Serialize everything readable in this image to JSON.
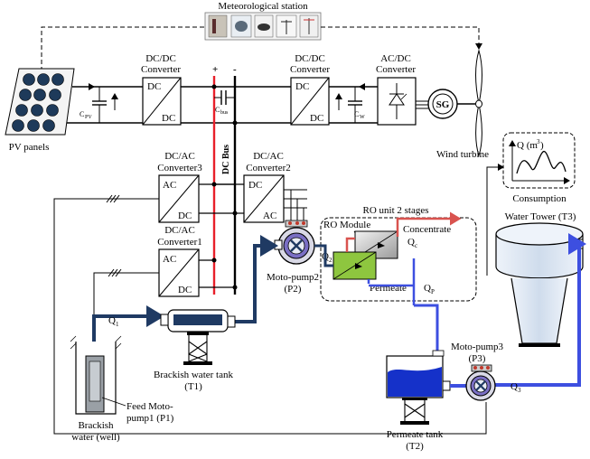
{
  "labels": {
    "meteo": "Meteorological station",
    "pv_panels": "PV panels",
    "dcdc": "DC/DC",
    "converter": "Converter",
    "dc": "DC",
    "ac": "AC",
    "acdc": "AC/DC",
    "dcac": "DC/AC",
    "dcac3_name": "Converter3",
    "dcac2_name": "Converter2",
    "dcac1_name": "Converter1",
    "cpv": "C",
    "cpv_sub": "PV",
    "cbus": "C",
    "cbus_sub": "bus",
    "cw": "C",
    "cw_sub": "W",
    "plus": "+",
    "minus": "-",
    "dc_bus": "DC Bus",
    "sg": "SG",
    "wind_turbine": "Wind turbine",
    "q_label": "Q (m",
    "q_exp": "3",
    "q_close": ")",
    "consumption": "Consumption",
    "ro_unit": "RO unit  2 stages",
    "ro_module": "RO Module",
    "concentrate": "Concentrate",
    "qc": "Q",
    "qc_sub": "c",
    "q2": "Q",
    "q2_sub": "2",
    "permeate": "Permeate",
    "qp": "Q",
    "qp_sub": "P",
    "q1": "Q",
    "q1_sub": "1",
    "q3": "Q",
    "q3_sub": "3",
    "water_tower": "Water Tower (T3)",
    "motopump2": "Moto-pump2",
    "p2": "(P2)",
    "motopump3": "Moto-pump3",
    "p3": "(P3)",
    "brackish_tank": "Brackish water tank",
    "t1": "(T1)",
    "feed_pump_1": "Feed Moto-",
    "feed_pump_2": "pump1 (P1)",
    "brackish_1": "Brackish",
    "brackish_2": "water (well)",
    "permeate_tank": "Permeate tank",
    "t2": "(T2)"
  },
  "colors": {
    "bus_positive": "#e8202a",
    "bus_negative": "#000000",
    "brackish_pipe": "#1f3a63",
    "permeate_pipe": "#3d4fe0",
    "concentrate_pipe": "#d9534f",
    "pv_cell": "#1e3a5a",
    "ro_module_green": "#8ec63f",
    "tower_fill": "#dfe9f5",
    "tank_water": "#1531c9",
    "well_fill": "#9aa0a6"
  }
}
